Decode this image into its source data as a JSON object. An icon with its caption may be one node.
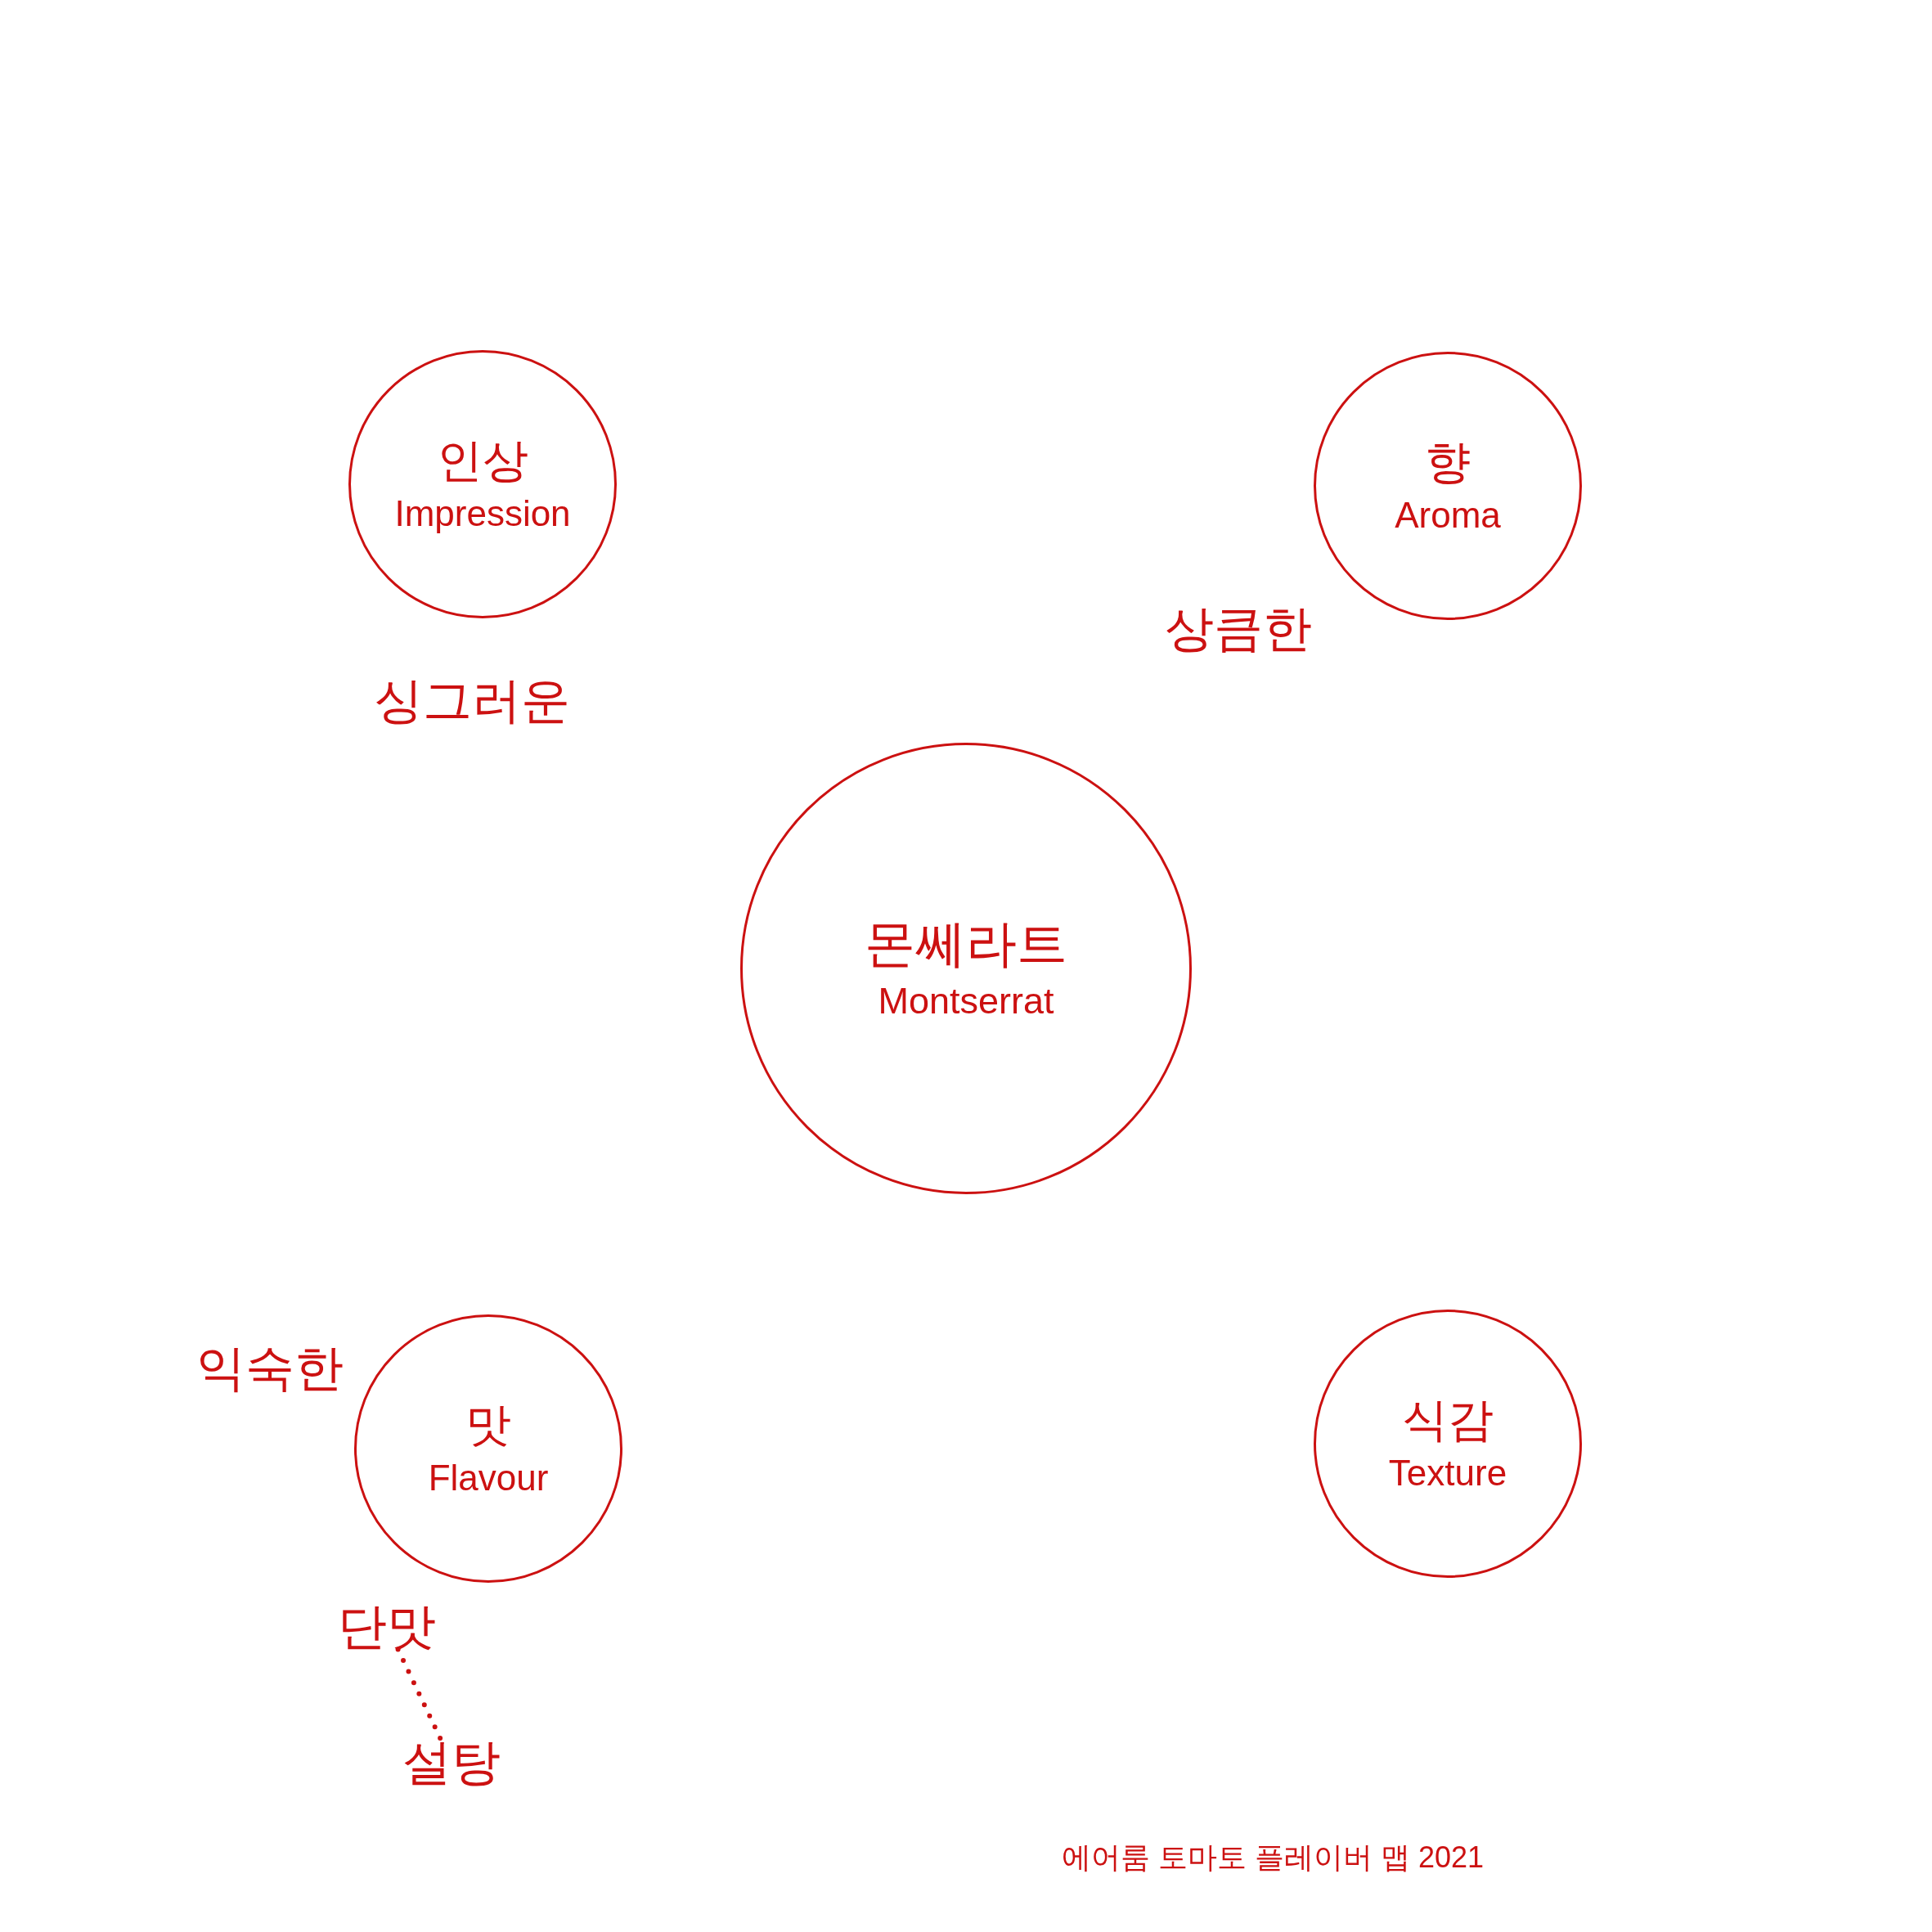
{
  "diagram": {
    "caption": "에어룸 토마토 플레이버 맵 2021",
    "nodes": [
      {
        "text": [
          "인상",
          "Impression"
        ],
        "beside": [
          "싱그러운"
        ]
      },
      {
        "text": [
          "향",
          "Aroma"
        ],
        "beside": [
          "상큼한"
        ]
      },
      {
        "text": [
          "몬쎄라트",
          "Montserrat"
        ]
      },
      {
        "text": [
          "맛",
          "Flavour"
        ],
        "beside": [
          "익숙한"
        ]
      },
      {
        "text": [
          "식감",
          "Texture"
        ]
      },
      {
        "text": [
          "단맛"
        ]
      },
      {
        "text": [
          "설탕"
        ]
      }
    ],
    "edges": [
      {
        "from": 5,
        "to": 6,
        "arrow": "none",
        "style": "dashed"
      }
    ]
  }
}
